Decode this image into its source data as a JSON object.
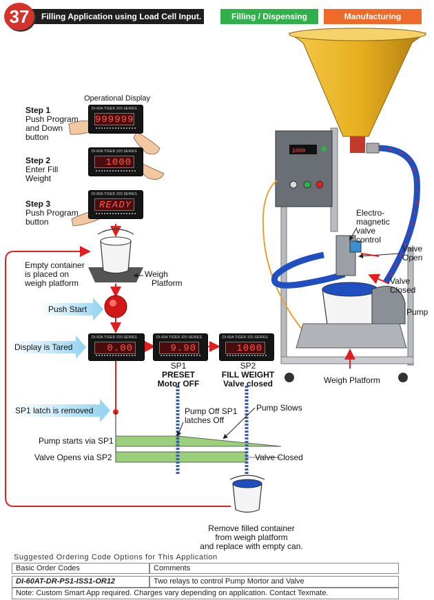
{
  "header": {
    "number": "37",
    "title": "Filling Application using Load Cell Input.",
    "tag1": "Filling / Dispensing",
    "tag2": "Manufacturing",
    "colors": {
      "number": "#d4332b",
      "title_bg": "#1f1f1f",
      "tag1": "#2fb04a",
      "tag2": "#ee6a2a"
    }
  },
  "operational_display": "Operational Display",
  "steps": [
    {
      "heading": "Step 1",
      "lines": [
        "Push Program",
        "and Down",
        "button"
      ],
      "display": "999999"
    },
    {
      "heading": "Step 2",
      "lines": [
        "Enter Fill",
        "Weight"
      ],
      "display": "1000"
    },
    {
      "heading": "Step 3",
      "lines": [
        "Push Program",
        "button"
      ],
      "display": "READY"
    }
  ],
  "meter_brand": "DI-60A TIGER 320 SERIES",
  "labels": {
    "empty_container": [
      "Empty container",
      "is placed on",
      "weigh platform"
    ],
    "weigh_platform_left": [
      "Weigh",
      "Platform"
    ],
    "push_start": "Push Start",
    "display_tared": "Display is Tared",
    "sp1_latch": "SP1 latch is removed",
    "pump_starts": "Pump starts via SP1",
    "valve_opens": "Valve Opens via SP2",
    "pump_off": [
      "Pump Off SP1",
      "latches Off"
    ],
    "pump_slows": "Pump Slows",
    "valve_closed_line": "Valve Closed",
    "remove": [
      "Remove filled container",
      "from weigh platform",
      "and replace with empty can."
    ],
    "electro_valve": [
      "Electro-",
      "magnetic",
      "valve",
      "control"
    ],
    "valve_open": [
      "Valve",
      "Open"
    ],
    "valve_closed": [
      "Valve",
      "Closed"
    ],
    "pump": "Pump",
    "weigh_platform_right": "Weigh Platform"
  },
  "tared_displays": [
    "0.00",
    "9.90",
    "1000"
  ],
  "setpoints": {
    "sp1": [
      "SP1",
      "PRESET",
      "Motor OFF"
    ],
    "sp2": [
      "SP2",
      "FILL WEIGHT",
      "Valve closed"
    ]
  },
  "ordering": {
    "heading": "Suggested Ordering Code Options for This Application",
    "col1": "Basic Order Codes",
    "col2": "Comments",
    "code": "DI-60AT-DR-PS1-ISS1-OR12",
    "comment": "Two relays to control Pump Mortor and Valve",
    "note": "Note: Custom Smart App required. Charges vary depending on application. Contact Texmate."
  },
  "accent_colors": {
    "arrow_red": "#e02020",
    "bar_green": "#9bd07a",
    "dotted_blue": "#3b5fb0",
    "hopper": "#e8b020"
  }
}
